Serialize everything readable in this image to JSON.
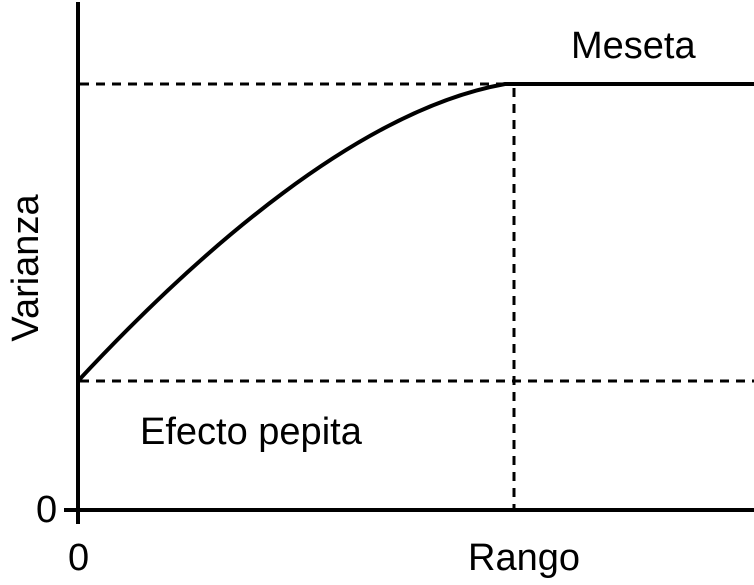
{
  "diagram": {
    "labels": {
      "y_axis": "Varianza",
      "x_range": "Rango",
      "sill": "Meseta",
      "nugget": "Efecto pepita",
      "x_origin": "0",
      "y_origin": "0"
    },
    "colors": {
      "line": "#000000",
      "background": "#ffffff"
    }
  }
}
